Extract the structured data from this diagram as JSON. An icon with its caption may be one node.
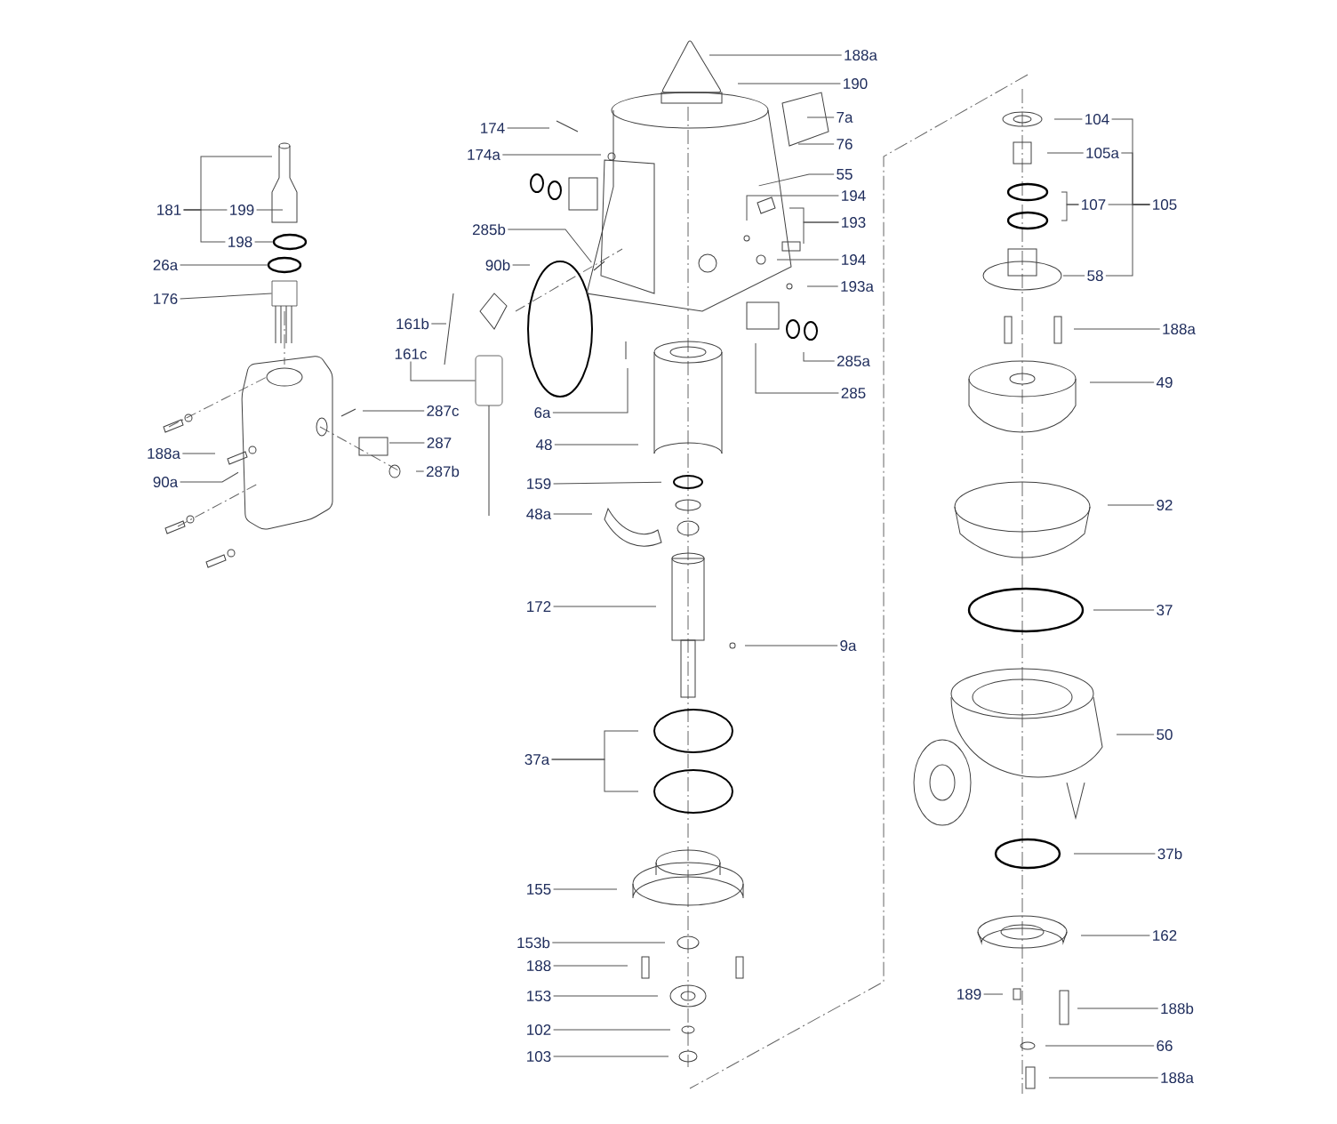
{
  "diagram": {
    "nodes": [
      {
        "text": [
          "181"
        ]
      },
      {
        "text": [
          "199"
        ]
      },
      {
        "text": [
          "198"
        ]
      },
      {
        "text": [
          "26a"
        ]
      },
      {
        "text": [
          "176"
        ]
      },
      {
        "text": [
          "188a"
        ]
      },
      {
        "text": [
          "90a"
        ]
      },
      {
        "text": [
          "287c"
        ]
      },
      {
        "text": [
          "287"
        ]
      },
      {
        "text": [
          "287b"
        ]
      },
      {
        "text": [
          "174"
        ]
      },
      {
        "text": [
          "174a"
        ]
      },
      {
        "text": [
          "285b"
        ]
      },
      {
        "text": [
          "90b"
        ]
      },
      {
        "text": [
          "161b"
        ]
      },
      {
        "text": [
          "161c"
        ]
      },
      {
        "text": [
          "6a"
        ]
      },
      {
        "text": [
          "48"
        ]
      },
      {
        "text": [
          "159"
        ]
      },
      {
        "text": [
          "48a"
        ]
      },
      {
        "text": [
          "172"
        ]
      },
      {
        "text": [
          "37a"
        ]
      },
      {
        "text": [
          "155"
        ]
      },
      {
        "text": [
          "153b"
        ]
      },
      {
        "text": [
          "188"
        ]
      },
      {
        "text": [
          "153"
        ]
      },
      {
        "text": [
          "102"
        ]
      },
      {
        "text": [
          "103"
        ]
      },
      {
        "text": [
          "188a"
        ]
      },
      {
        "text": [
          "190"
        ]
      },
      {
        "text": [
          "7a"
        ]
      },
      {
        "text": [
          "76"
        ]
      },
      {
        "text": [
          "55"
        ]
      },
      {
        "text": [
          "194"
        ]
      },
      {
        "text": [
          "193"
        ]
      },
      {
        "text": [
          "194"
        ]
      },
      {
        "text": [
          "193a"
        ]
      },
      {
        "text": [
          "285a"
        ]
      },
      {
        "text": [
          "285"
        ]
      },
      {
        "text": [
          "9a"
        ]
      },
      {
        "text": [
          "104"
        ]
      },
      {
        "text": [
          "105a"
        ]
      },
      {
        "text": [
          "107"
        ]
      },
      {
        "text": [
          "105"
        ]
      },
      {
        "text": [
          "58"
        ]
      },
      {
        "text": [
          "188a"
        ]
      },
      {
        "text": [
          "49"
        ]
      },
      {
        "text": [
          "92"
        ]
      },
      {
        "text": [
          "37"
        ]
      },
      {
        "text": [
          "50"
        ]
      },
      {
        "text": [
          "37b"
        ]
      },
      {
        "text": [
          "162"
        ]
      },
      {
        "text": [
          "189"
        ]
      },
      {
        "text": [
          "188b"
        ]
      },
      {
        "text": [
          "66"
        ]
      },
      {
        "text": [
          "188a"
        ]
      },
      {
        "text": [],
        "shape": "circle"
      },
      {
        "text": [],
        "shape": "circle"
      },
      {
        "text": [],
        "shape": "box"
      },
      {
        "text": [],
        "shape": "cylinder"
      }
    ],
    "edges": [
      {
        "from": 0,
        "to": null,
        "arrow": "none"
      },
      {
        "from": 0,
        "to": 1,
        "arrow": "none"
      },
      {
        "from": 0,
        "to": 2,
        "arrow": "none"
      },
      {
        "from": 1,
        "to": null,
        "arrow": "none"
      },
      {
        "from": 2,
        "to": 56,
        "arrow": "none"
      },
      {
        "from": 3,
        "to": 57,
        "arrow": "none"
      },
      {
        "from": 4,
        "to": 58,
        "arrow": "none"
      },
      {
        "from": 5,
        "to": null,
        "arrow": "none"
      },
      {
        "from": 6,
        "to": null,
        "arrow": "none"
      },
      {
        "from": 7,
        "to": null,
        "arrow": "none"
      },
      {
        "from": 8,
        "to": null,
        "arrow": "none"
      },
      {
        "from": 9,
        "to": null,
        "arrow": "none"
      },
      {
        "from": 10,
        "to": null,
        "arrow": "none"
      },
      {
        "from": 11,
        "to": null,
        "arrow": "none"
      },
      {
        "from": 12,
        "to": null,
        "arrow": "none"
      },
      {
        "from": 13,
        "to": null,
        "arrow": "none"
      },
      {
        "from": 14,
        "to": null,
        "arrow": "none"
      },
      {
        "from": 15,
        "to": 59,
        "arrow": "none"
      },
      {
        "from": 16,
        "to": null,
        "arrow": "none"
      },
      {
        "from": 17,
        "to": null,
        "arrow": "none"
      },
      {
        "from": 18,
        "to": null,
        "arrow": "none"
      },
      {
        "from": 19,
        "to": null,
        "arrow": "none"
      },
      {
        "from": 20,
        "to": null,
        "arrow": "none"
      },
      {
        "from": 21,
        "to": null,
        "arrow": "none"
      },
      {
        "from": 21,
        "to": null,
        "arrow": "none"
      },
      {
        "from": 22,
        "to": null,
        "arrow": "none"
      },
      {
        "from": 23,
        "to": null,
        "arrow": "none"
      },
      {
        "from": 24,
        "to": null,
        "arrow": "none"
      },
      {
        "from": 25,
        "to": null,
        "arrow": "none"
      },
      {
        "from": 26,
        "to": null,
        "arrow": "none"
      },
      {
        "from": 27,
        "to": null,
        "arrow": "none"
      },
      {
        "from": 28,
        "to": null,
        "arrow": "none"
      },
      {
        "from": 29,
        "to": null,
        "arrow": "none"
      },
      {
        "from": 30,
        "to": null,
        "arrow": "none"
      },
      {
        "from": 31,
        "to": null,
        "arrow": "none"
      },
      {
        "from": 32,
        "to": null,
        "arrow": "none"
      },
      {
        "from": 33,
        "to": null,
        "arrow": "none"
      },
      {
        "from": 34,
        "to": null,
        "arrow": "none"
      },
      {
        "from": 34,
        "to": null,
        "arrow": "none"
      },
      {
        "from": 35,
        "to": null,
        "arrow": "none"
      },
      {
        "from": 36,
        "to": null,
        "arrow": "none"
      },
      {
        "from": 37,
        "to": null,
        "arrow": "none"
      },
      {
        "from": 38,
        "to": null,
        "arrow": "none"
      },
      {
        "from": 39,
        "to": null,
        "arrow": "none"
      },
      {
        "from": 40,
        "to": null,
        "arrow": "none"
      },
      {
        "from": 41,
        "to": null,
        "arrow": "none"
      },
      {
        "from": 42,
        "to": null,
        "arrow": "none"
      },
      {
        "from": 42,
        "to": null,
        "arrow": "none"
      },
      {
        "from": 43,
        "to": 40,
        "arrow": "none"
      },
      {
        "from": 43,
        "to": 41,
        "arrow": "none"
      },
      {
        "from": 43,
        "to": 42,
        "arrow": "none"
      },
      {
        "from": 43,
        "to": 44,
        "arrow": "none"
      },
      {
        "from": 44,
        "to": null,
        "arrow": "none"
      },
      {
        "from": 45,
        "to": null,
        "arrow": "none"
      },
      {
        "from": 46,
        "to": null,
        "arrow": "none"
      },
      {
        "from": 47,
        "to": null,
        "arrow": "none"
      },
      {
        "from": 48,
        "to": null,
        "arrow": "none"
      },
      {
        "from": 49,
        "to": null,
        "arrow": "none"
      },
      {
        "from": 50,
        "to": null,
        "arrow": "none"
      },
      {
        "from": 51,
        "to": null,
        "arrow": "none"
      },
      {
        "from": 52,
        "to": null,
        "arrow": "none"
      },
      {
        "from": 53,
        "to": null,
        "arrow": "none"
      },
      {
        "from": 54,
        "to": null,
        "arrow": "none"
      },
      {
        "from": 55,
        "to": null,
        "arrow": "none"
      }
    ]
  }
}
